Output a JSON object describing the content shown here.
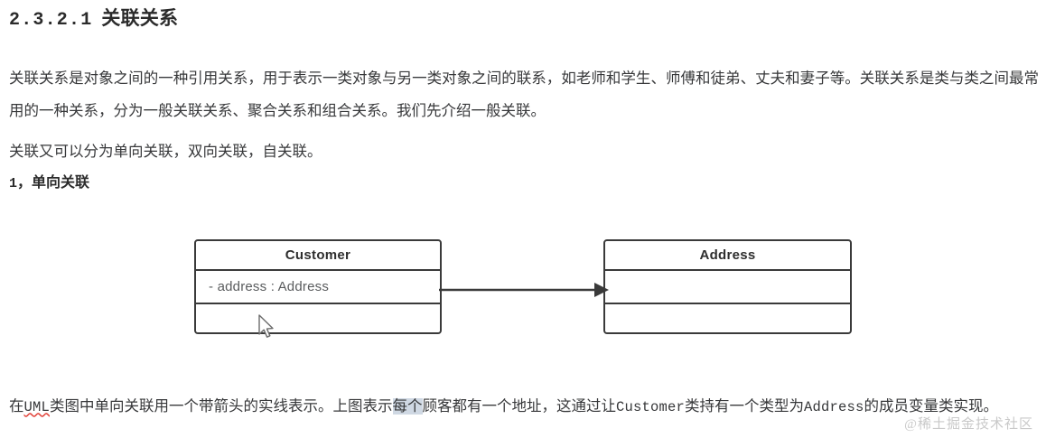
{
  "document": {
    "heading": {
      "number": "2.3.2.1",
      "title": "关联关系"
    },
    "paragraphs": {
      "intro": "关联关系是对象之间的一种引用关系，用于表示一类对象与另一类对象之间的联系，如老师和学生、师傅和徒弟、丈夫和妻子等。关联关系是类与类之间最常用的一种关系，分为一般关联关系、聚合关系和组合关系。我们先介绍一般关联。",
      "kinds": "关联又可以分为单向关联，双向关联，自关联。"
    },
    "subheading": {
      "number": "1",
      "separator": "，",
      "title": "单向关联"
    },
    "explanation": {
      "part1": "在",
      "code1": "UML",
      "part2": "类图中单向关联用一个带箭头的实线表示。上图表示",
      "selected": "每个",
      "part3": "顾客都有一个地址，这通过让",
      "code2": "Customer",
      "part4": "类持有一个类型为",
      "code3": "Address",
      "part5": "的成员变量类实现。"
    },
    "watermark": "@稀土掘金技术社区"
  },
  "diagram": {
    "type": "uml-class-diagram",
    "relation": "unidirectional-association",
    "classes": [
      {
        "name": "Customer",
        "attributes": [
          "- address : Address"
        ],
        "operations": []
      },
      {
        "name": "Address",
        "attributes": [],
        "operations": []
      }
    ],
    "arrow": {
      "from": "Customer",
      "to": "Address",
      "style": "solid-line-filled-arrowhead"
    }
  },
  "colors": {
    "text": "#37383a",
    "heading": "#2b2b2b",
    "uml_border": "#3a3a3a",
    "uml_attr_text": "#5a5c5e",
    "spellcheck_underline": "#e2453c",
    "selection_highlight": "#cfd8e3",
    "watermark": "#c9c9c9",
    "background": "#ffffff"
  }
}
